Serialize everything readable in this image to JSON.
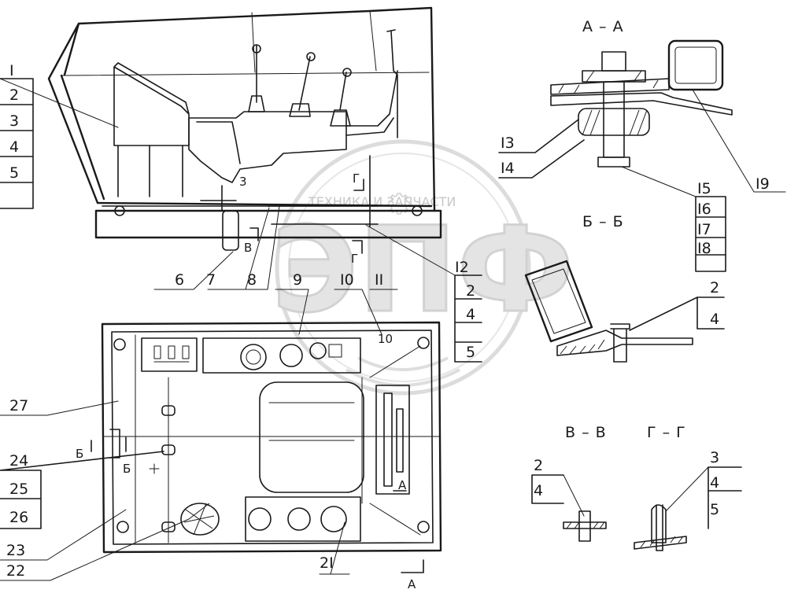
{
  "watermark": {
    "brand_text": "ТЕХНИКА И ЗАПЧАСТИ",
    "logo_letters": "ЭПФ"
  },
  "sections": {
    "aa": "А – А",
    "bb": "Б – Б",
    "vv": "В – В",
    "gg": "Г – Г"
  },
  "view_marks": {
    "a_bottom": "А",
    "a_right": "А",
    "b_left": "Б",
    "b_right": "Б",
    "v": "В",
    "g_top": "Г",
    "g_bottom": "Г",
    "misc_3": "3",
    "misc_10": "10"
  },
  "callouts": {
    "left_stack": [
      "I",
      "2",
      "3",
      "4",
      "5"
    ],
    "n6": "6",
    "n7": "7",
    "n8": "8",
    "n9": "9",
    "n10": "I0",
    "n11": "II",
    "right_stack": [
      "I2",
      "2",
      "4",
      "5"
    ],
    "n13": "I3",
    "n14": "I4",
    "aa_stack": [
      "I5",
      "I6",
      "I7",
      "I8"
    ],
    "n19": "I9",
    "bb_stack": [
      "2",
      "4"
    ],
    "vv_stack": [
      "2",
      "4"
    ],
    "gg_stack": [
      "3",
      "4",
      "5"
    ],
    "n21": "2I",
    "n22": "22",
    "n23": "23",
    "left_lower_stack": [
      "24",
      "25",
      "26"
    ],
    "n27": "27"
  }
}
